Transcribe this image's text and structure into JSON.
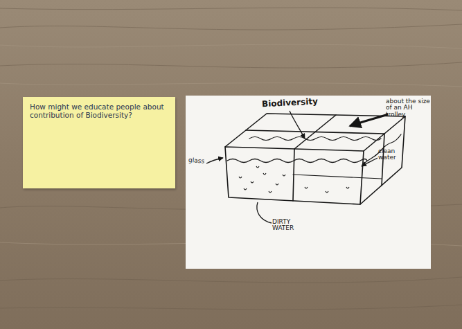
{
  "diagram": {
    "nodes": [
      {
        "text": [
          "How might we educate people about contribution of Biodiversity?"
        ]
      }
    ],
    "labels": [
      "Biodiversity",
      "about the size of an AH trolley",
      "glass",
      "clean water",
      "DIRTY WATER"
    ]
  }
}
